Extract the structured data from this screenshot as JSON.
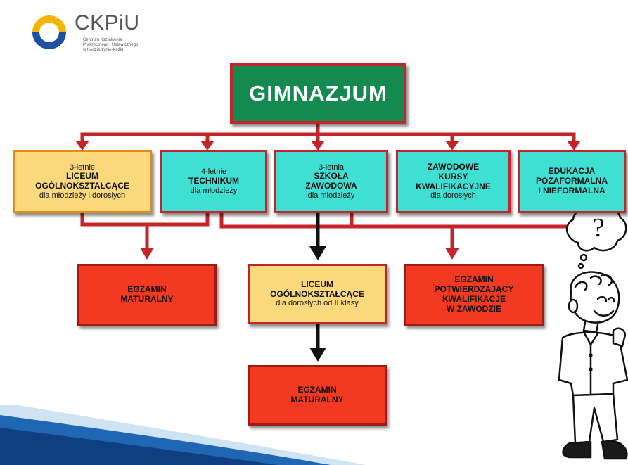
{
  "logo": {
    "name": "CKPiU",
    "line1": "Centrum Kształcenia",
    "line2": "Praktycznego i Ustawicznego",
    "line3": "w Kędzierzynie-Koźlu"
  },
  "colors": {
    "teal": "#3fe0d3",
    "yellow": "#fcd97c",
    "red": "#f23a22",
    "green": "#128a50",
    "border_red": "#c3252b",
    "arrow_black": "#111111"
  },
  "nodes": {
    "gimnazjum": {
      "title": "GIMNAZJUM"
    },
    "liceum": {
      "line1": "3-letnie",
      "line2": "LICEUM",
      "line3": "OGÓLNOKSZTAŁCĄCE",
      "line4": "dla młodzieży  i dorosłych"
    },
    "technikum": {
      "line1": "4-letnie",
      "line2": "TECHNIKUM",
      "line3": "dla młodzieży"
    },
    "szkola": {
      "line1": "3-letnia",
      "line2": "SZKOŁA",
      "line3": "ZAWODOWA",
      "line4": "dla młodzieży"
    },
    "kursy": {
      "line1": "ZAWODOWE",
      "line2": "KURSY",
      "line3": "KWALIFIKACYJNE",
      "line4": "dla dorosłych"
    },
    "edukacja": {
      "line1": "EDUKACJA",
      "line2": "POZAFORMALNA",
      "line3": "I NIEFORMALNA"
    },
    "egzamin_maturalny_1": {
      "line1": "EGZAMIN",
      "line2": "MATURALNY"
    },
    "liceum_doroslych": {
      "line1": "LICEUM",
      "line2": "OGÓLNOKSZTAŁCĄCE",
      "line3": "dla dorosłych  od II klasy"
    },
    "egzamin_zawodowy": {
      "line1": "EGZAMIN",
      "line2": "POTWIERDZAJĄCY",
      "line3": "KWALIFIKACJE",
      "line4": "W ZAWODZIE"
    },
    "egzamin_maturalny_2": {
      "line1": "EGZAMIN",
      "line2": "MATURALNY"
    }
  },
  "thought_bubble": "?"
}
